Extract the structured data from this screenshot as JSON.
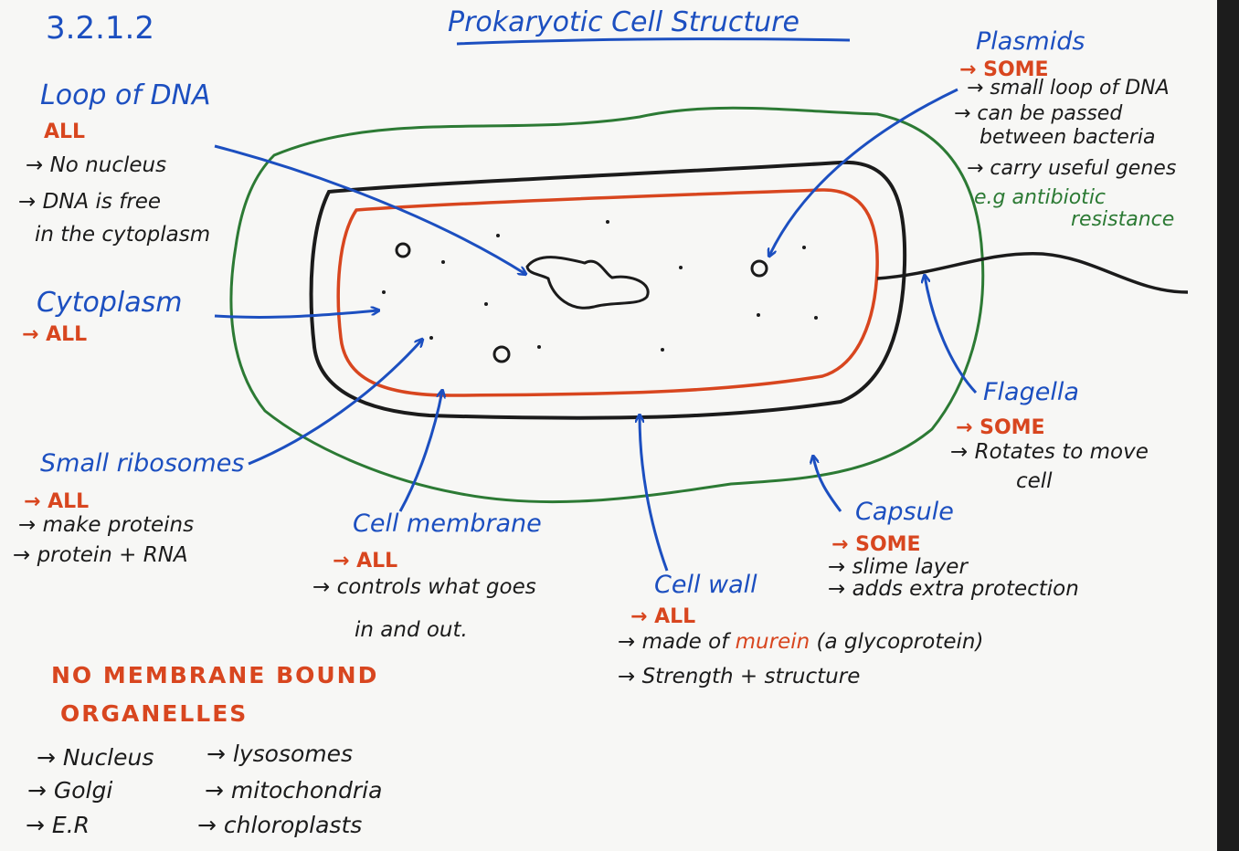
{
  "header": {
    "code": "3.2.1.2",
    "title": "Prokaryotic Cell Structure"
  },
  "colors": {
    "ink_blue": "#1c4fc0",
    "ink_red": "#d8461f",
    "ink_green": "#2c7a34",
    "ink_black": "#1b1b1b",
    "cell_membrane": "#d8461f",
    "capsule": "#2c7a34"
  },
  "labels": {
    "loop_dna": {
      "title": "Loop of DNA",
      "tag": "ALL",
      "notes": [
        "→ No nucleus",
        "→ DNA is free",
        "in the cytoplasm"
      ]
    },
    "cytoplasm": {
      "title": "Cytoplasm",
      "tag": "→ ALL"
    },
    "ribosomes": {
      "title": "Small ribosomes",
      "tag": "→ ALL",
      "notes": [
        "→ make proteins",
        "→ protein + RNA"
      ]
    },
    "membrane": {
      "title": "Cell membrane",
      "tag": "→ ALL",
      "notes": [
        "→ controls what goes",
        "in and out."
      ]
    },
    "wall": {
      "title": "Cell wall",
      "tag": "→ ALL",
      "note1_prefix": "→ made of",
      "note1_highlight": "murein",
      "note1_suffix": "(a glycoprotein)",
      "note2": "→ Strength + structure"
    },
    "capsule": {
      "title": "Capsule",
      "tag": "→ SOME",
      "notes": [
        "→ slime layer",
        "→ adds extra protection"
      ]
    },
    "flagella": {
      "title": "Flagella",
      "tag": "→ SOME",
      "notes": [
        "→ Rotates to move",
        "cell"
      ]
    },
    "plasmids": {
      "title": "Plasmids",
      "tag": "→ SOME",
      "notes": [
        "→ small loop of DNA",
        "→ can be passed",
        "between bacteria",
        "→ carry useful genes"
      ],
      "example": [
        "e.g antibiotic",
        "resistance"
      ]
    }
  },
  "no_organelles": {
    "heading": [
      "NO MEMBRANE BOUND",
      "ORGANELLES"
    ],
    "left": [
      "→ Nucleus",
      "→ Golgi",
      "→ E.R"
    ],
    "right": [
      "→ lysosomes",
      "→ mitochondria",
      "→ chloroplasts"
    ]
  }
}
